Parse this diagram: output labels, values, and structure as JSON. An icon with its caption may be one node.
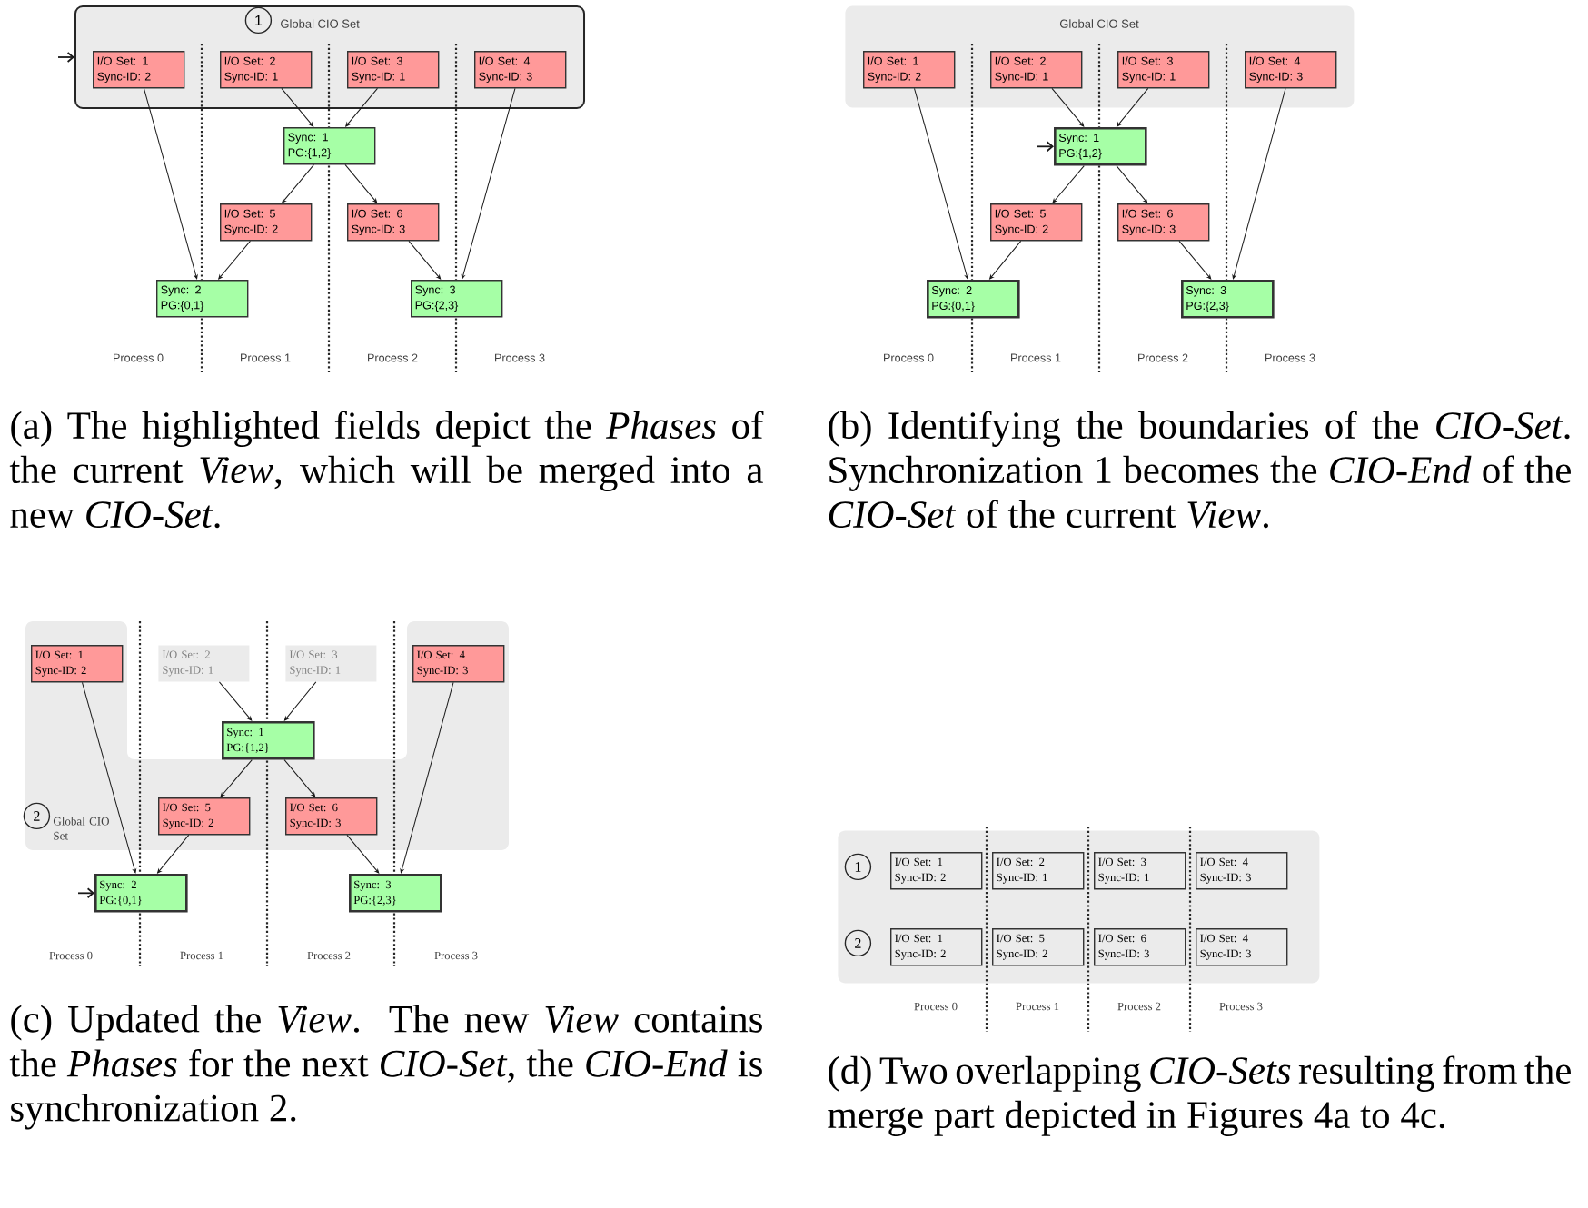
{
  "diagram": {
    "nodes": [
      {
        "text": [
          "Global CIO Set"
        ]
      },
      {
        "text": [
          "1"
        ],
        "in": 0
      },
      {
        "text": [
          "I/O Set: 1",
          "Sync-ID: 2"
        ],
        "in": 0
      },
      {
        "text": [
          "I/O Set: 2",
          "Sync-ID: 1"
        ],
        "in": 0
      },
      {
        "text": [
          "I/O Set: 3",
          "Sync-ID: 1"
        ],
        "in": 0
      },
      {
        "text": [
          "I/O Set: 4",
          "Sync-ID: 3"
        ],
        "in": 0
      },
      {
        "text": [
          "Sync: 1",
          "PG:{1,2}"
        ]
      },
      {
        "text": [
          "I/O Set: 5",
          "Sync-ID: 2"
        ]
      },
      {
        "text": [
          "I/O Set: 6",
          "Sync-ID: 3"
        ]
      },
      {
        "text": [
          "Sync: 2",
          "PG:{0,1}"
        ]
      },
      {
        "text": [
          "Sync: 3",
          "PG:{2,3}"
        ]
      },
      {
        "text": [
          "Global CIO Set"
        ]
      },
      {
        "text": [
          "I/O Set: 1",
          "Sync-ID: 2"
        ],
        "in": 11
      },
      {
        "text": [
          "I/O Set: 2",
          "Sync-ID: 1"
        ],
        "in": 11
      },
      {
        "text": [
          "I/O Set: 3",
          "Sync-ID: 1"
        ],
        "in": 11
      },
      {
        "text": [
          "I/O Set: 4",
          "Sync-ID: 3"
        ],
        "in": 11
      },
      {
        "text": [
          "Sync: 1",
          "PG:{1,2}"
        ]
      },
      {
        "text": [
          "I/O Set: 5",
          "Sync-ID: 2"
        ]
      },
      {
        "text": [
          "I/O Set: 6",
          "Sync-ID: 3"
        ]
      },
      {
        "text": [
          "Sync: 2",
          "PG:{0,1}"
        ]
      },
      {
        "text": [
          "Sync: 3",
          "PG:{2,3}"
        ]
      },
      {
        "text": [
          "Global CIO Set"
        ]
      },
      {
        "text": [
          "I/O Set: 1",
          "Sync-ID: 2"
        ],
        "in": 21
      },
      {
        "text": [
          "I/O Set: 2",
          "Sync-ID: 1"
        ]
      },
      {
        "text": [
          "I/O Set: 3",
          "Sync-ID: 1"
        ]
      },
      {
        "text": [
          "I/O Set: 4",
          "Sync-ID: 3"
        ],
        "in": 21
      },
      {
        "text": [
          "Sync: 1",
          "PG:{1,2}"
        ]
      },
      {
        "text": [
          "I/O Set: 5",
          "Sync-ID: 2"
        ],
        "in": 21
      },
      {
        "text": [
          "I/O Set: 6",
          "Sync-ID: 3"
        ],
        "in": 21
      },
      {
        "text": [
          "2"
        ],
        "in": 21
      },
      {
        "text": [
          "Sync: 2",
          "PG:{0,1}"
        ]
      },
      {
        "text": [
          "Sync: 3",
          "PG:{2,3}"
        ]
      },
      {
        "text": [],
        "shape": "box"
      },
      {
        "text": [
          "1"
        ],
        "in": 32
      },
      {
        "text": [
          "I/O Set: 1",
          "Sync-ID: 2"
        ],
        "in": 32
      },
      {
        "text": [
          "I/O Set: 2",
          "Sync-ID: 1"
        ],
        "in": 32
      },
      {
        "text": [
          "I/O Set: 3",
          "Sync-ID: 1"
        ],
        "in": 32
      },
      {
        "text": [
          "I/O Set: 4",
          "Sync-ID: 3"
        ],
        "in": 32
      },
      {
        "text": [
          "2"
        ],
        "in": 32
      },
      {
        "text": [
          "I/O Set: 1",
          "Sync-ID: 2"
        ],
        "in": 32
      },
      {
        "text": [
          "I/O Set: 5",
          "Sync-ID: 2"
        ],
        "in": 32
      },
      {
        "text": [
          "I/O Set: 6",
          "Sync-ID: 3"
        ],
        "in": 32
      },
      {
        "text": [
          "I/O Set: 4",
          "Sync-ID: 3"
        ],
        "in": 32
      }
    ],
    "edges": [
      {
        "from": null,
        "to": 0,
        "arrow": "to"
      },
      {
        "from": 2,
        "to": 9,
        "arrow": "to"
      },
      {
        "from": 3,
        "to": 6,
        "arrow": "to"
      },
      {
        "from": 4,
        "to": 6,
        "arrow": "to"
      },
      {
        "from": 5,
        "to": 10,
        "arrow": "to"
      },
      {
        "from": 6,
        "to": 7,
        "arrow": "to"
      },
      {
        "from": 6,
        "to": 8,
        "arrow": "to"
      },
      {
        "from": 7,
        "to": 9,
        "arrow": "to"
      },
      {
        "from": 8,
        "to": 10,
        "arrow": "to"
      },
      {
        "from": 12,
        "to": 19,
        "arrow": "to"
      },
      {
        "from": 13,
        "to": 16,
        "arrow": "to"
      },
      {
        "from": 14,
        "to": 16,
        "arrow": "to"
      },
      {
        "from": 15,
        "to": 20,
        "arrow": "to"
      },
      {
        "from": null,
        "to": 16,
        "arrow": "to"
      },
      {
        "from": 16,
        "to": 17,
        "arrow": "to"
      },
      {
        "from": 16,
        "to": 18,
        "arrow": "to"
      },
      {
        "from": 17,
        "to": 19,
        "arrow": "to"
      },
      {
        "from": 18,
        "to": 20,
        "arrow": "to"
      },
      {
        "from": 22,
        "to": 30,
        "arrow": "to"
      },
      {
        "from": 23,
        "to": 26,
        "arrow": "to"
      },
      {
        "from": 24,
        "to": 26,
        "arrow": "to"
      },
      {
        "from": 25,
        "to": 31,
        "arrow": "to"
      },
      {
        "from": 26,
        "to": 27,
        "arrow": "to"
      },
      {
        "from": 26,
        "to": 28,
        "arrow": "to"
      },
      {
        "from": 27,
        "to": 30,
        "arrow": "to"
      },
      {
        "from": 28,
        "to": 31,
        "arrow": "to"
      },
      {
        "from": null,
        "to": 30,
        "arrow": "to"
      }
    ],
    "labels": [
      "Process 0",
      "Process 1",
      "Process 2",
      "Process 3",
      "Process 0",
      "Process 1",
      "Process 2",
      "Process 3",
      "(a) The highlighted fields depict the *Phases* of the current *View*, which will be merged into a new *CIO-Set*.",
      "(b) Identifying the boundaries of the *CIO-Set*. Synchronization 1 becomes the *CIO-End* of the *CIO-Set* of the current *View*.",
      "Process 0",
      "Process 1",
      "Process 2",
      "Process 3",
      "Process 0",
      "Process 1",
      "Process 2",
      "Process 3",
      "(c) Updated the *View*. The new *View* contains the *Phases* for the next *CIO-Set*, the *CIO-End* is synchronization 2.",
      "(d) Two overlapping *CIO-Sets* resulting from the merge part depicted in Figures 4a to 4c."
    ]
  }
}
